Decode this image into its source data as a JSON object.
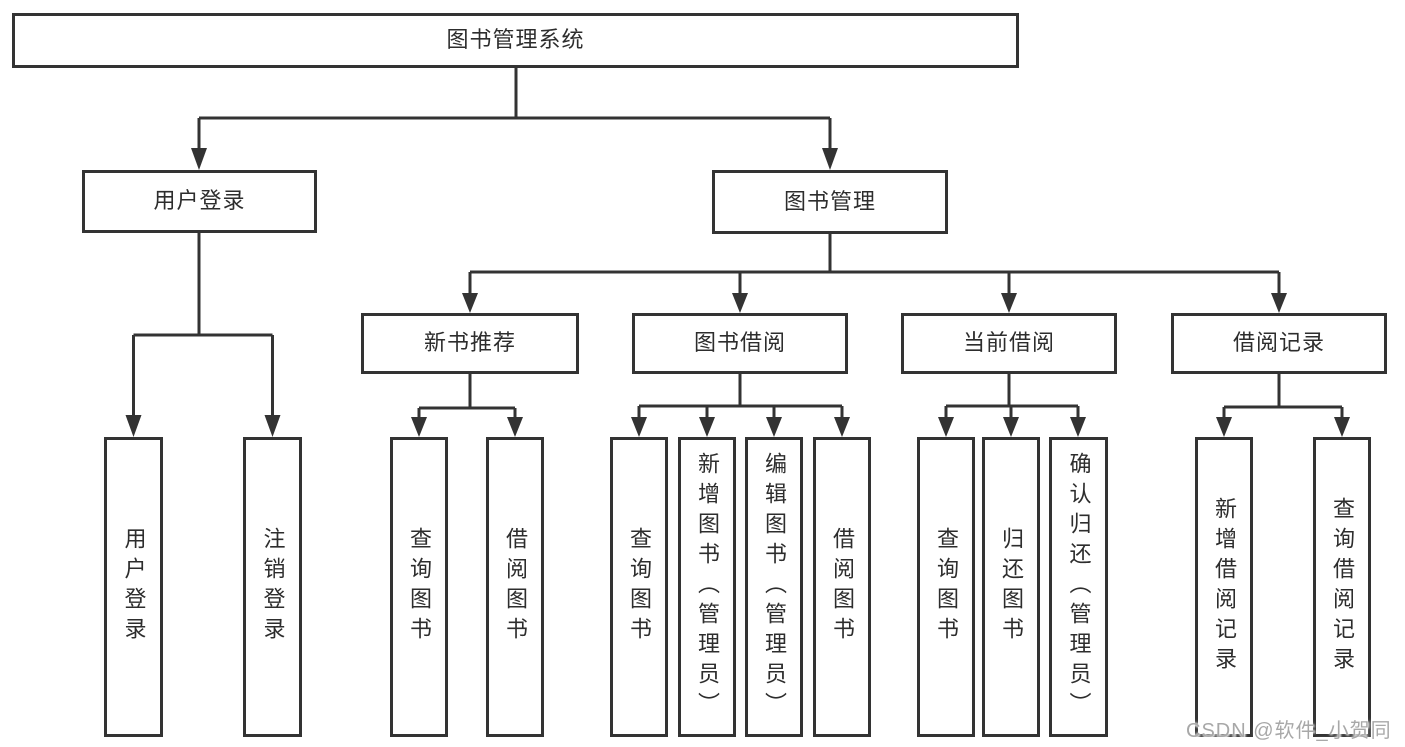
{
  "diagram": {
    "colors": {
      "line": "#333333",
      "text": "#2d2d2d",
      "background": "#ffffff",
      "watermark": "#a8a8a8"
    },
    "watermark": "CSDN @软件_小贺同学",
    "tree": {
      "label": "图书管理系统",
      "children": [
        {
          "label": "用户登录",
          "children": [
            {
              "label": "用户登录"
            },
            {
              "label": "注销登录"
            }
          ]
        },
        {
          "label": "图书管理",
          "children": [
            {
              "label": "新书推荐",
              "children": [
                {
                  "label": "查询图书"
                },
                {
                  "label": "借阅图书"
                }
              ]
            },
            {
              "label": "图书借阅",
              "children": [
                {
                  "label": "查询图书"
                },
                {
                  "label": "新增图书（管理员）"
                },
                {
                  "label": "编辑图书（管理员）"
                },
                {
                  "label": "借阅图书"
                }
              ]
            },
            {
              "label": "当前借阅",
              "children": [
                {
                  "label": "查询图书"
                },
                {
                  "label": "归还图书"
                },
                {
                  "label": "确认归还（管理员）"
                }
              ]
            },
            {
              "label": "借阅记录",
              "children": [
                {
                  "label": "新增借阅记录"
                },
                {
                  "label": "查询借阅记录"
                }
              ]
            }
          ]
        }
      ]
    }
  }
}
